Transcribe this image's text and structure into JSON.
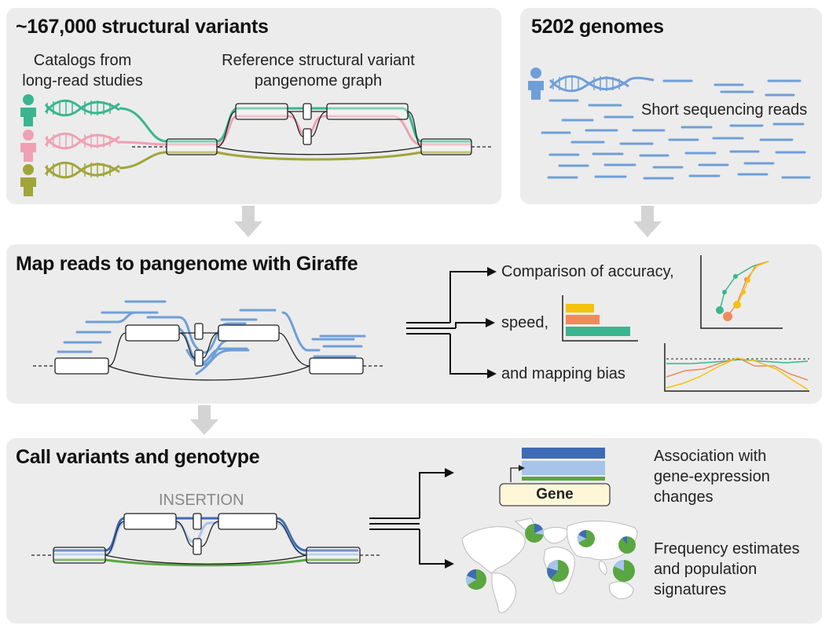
{
  "panel_a": {
    "title": "~167,000 structural variants",
    "catalogs_label": [
      "Catalogs from",
      "long-read studies"
    ],
    "graph_label": [
      "Reference structural variant",
      "pangenome graph"
    ]
  },
  "panel_b": {
    "title": "5202 genomes",
    "reads_label": "Short sequencing reads"
  },
  "panel_c": {
    "title": "Map reads to pangenome with Giraffe",
    "comparison_label": "Comparison of accuracy,",
    "speed_label": "speed,",
    "bias_label": "and mapping bias"
  },
  "panel_d": {
    "title": "Call variants and genotype",
    "insertion_label": "INSERTION",
    "gene_label": "Gene",
    "association_label": [
      "Association with",
      "gene-expression",
      "changes"
    ],
    "frequency_label": [
      "Frequency estimates",
      "and population",
      "signatures"
    ]
  },
  "colors": {
    "panel_bg": "#ececec",
    "teal": "#3bb58f",
    "pink": "#f0a0b4",
    "olive": "#a0a53a",
    "blue": "#6f9fd8",
    "dark_blue": "#3e6bb6",
    "light_blue": "#a8c4ea",
    "green": "#5aa640",
    "yellow": "#f4c20d",
    "orange": "#f08a58",
    "arrow_gray": "#d4d4d4"
  }
}
